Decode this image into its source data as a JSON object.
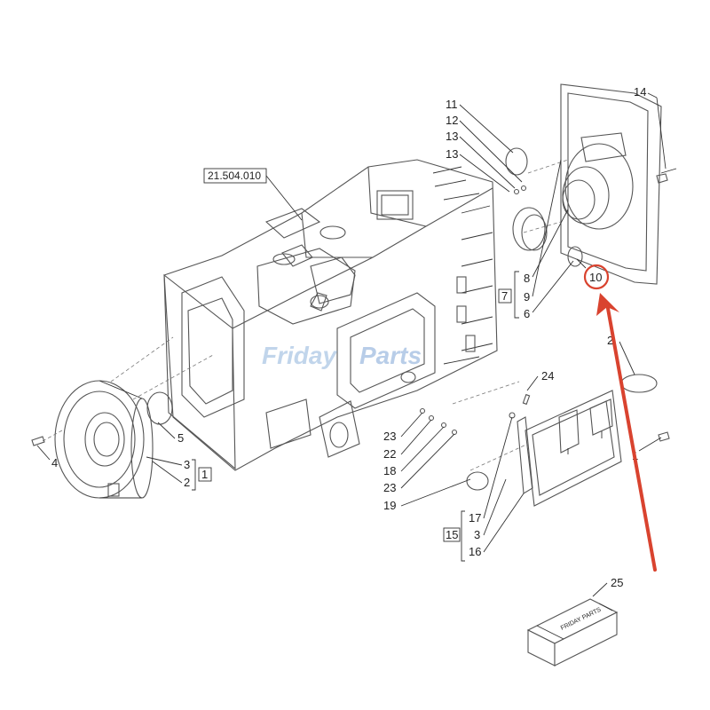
{
  "watermark": {
    "part1": "Friday",
    "part2": "Parts"
  },
  "reference_box": "21.504.010",
  "callouts": {
    "c11": "11",
    "c12": "12",
    "c13a": "13",
    "c13b": "13",
    "c14": "14",
    "c8": "8",
    "c7": "7",
    "c9": "9",
    "c6": "6",
    "c10": "10",
    "c2_right": "2",
    "c1_right": "1",
    "c24": "24",
    "c5": "5",
    "c3_left": "3",
    "c1_left": "1",
    "c2_left": "2",
    "c4": "4",
    "c23a": "23",
    "c22": "22",
    "c18": "18",
    "c23b": "23",
    "c19": "19",
    "c17": "17",
    "c15": "15",
    "c3_bottom": "3",
    "c16": "16",
    "c25": "25",
    "crate_text": "FRIDAY PARTS"
  },
  "colors": {
    "highlight": "#d9432f",
    "watermark_blue": "#7fa6d6",
    "watermark_orange": "#f0a020"
  }
}
